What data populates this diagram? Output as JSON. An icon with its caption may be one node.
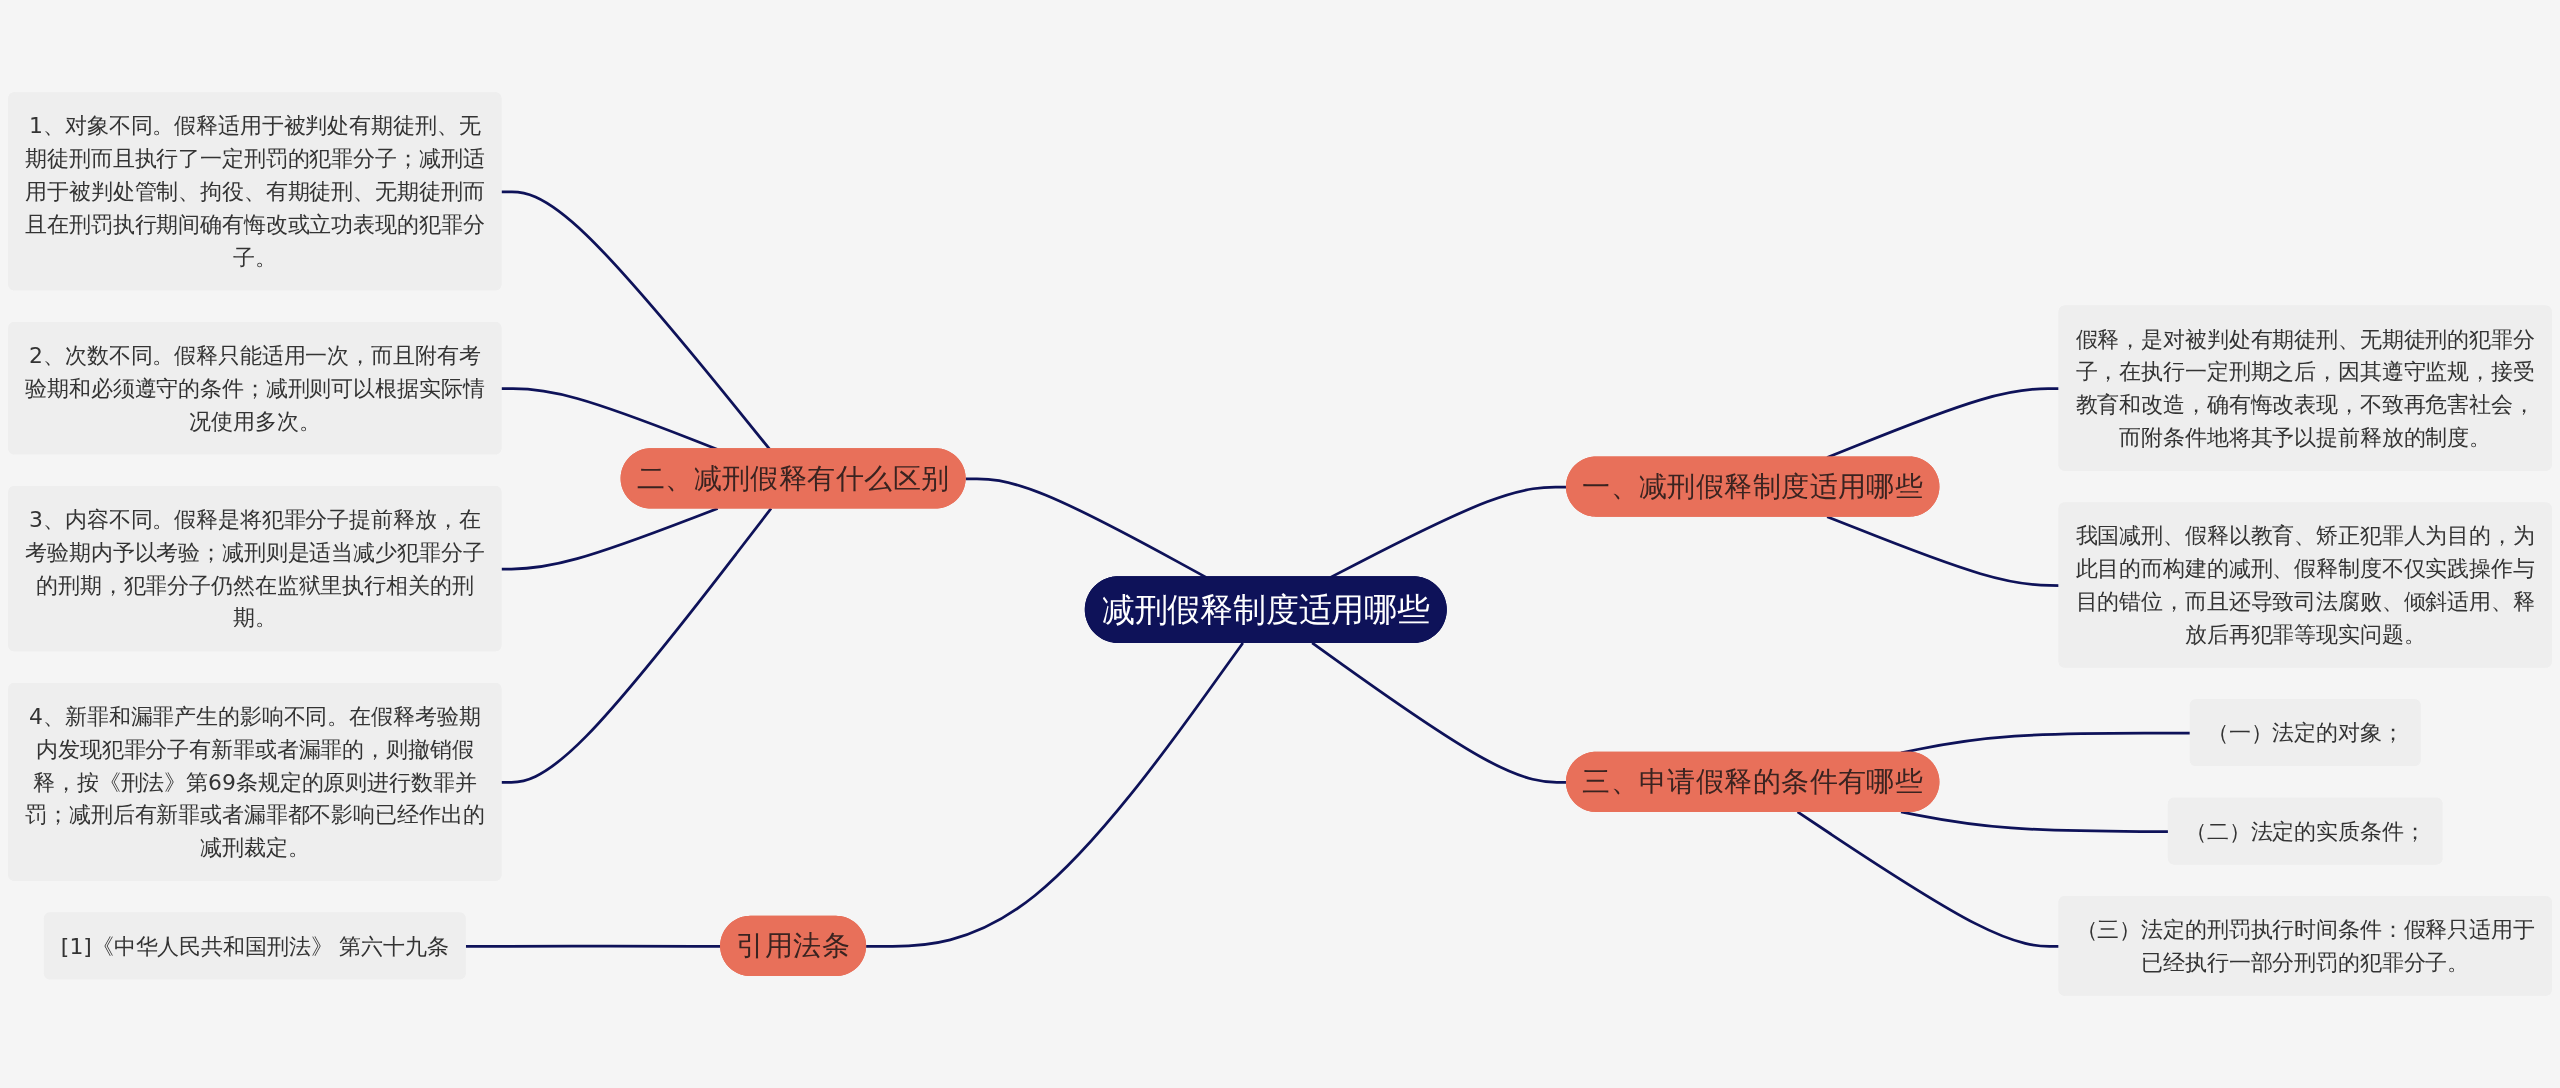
{
  "diagram": {
    "nodes": [
      {
        "text": [
          "减刑假释制度适用哪些"
        ]
      },
      {
        "text": [
          "一、减刑假释制度适用哪些"
        ]
      },
      {
        "text": [
          "假释，是对被判处有期徒刑、无期徒刑的犯罪分子，在执行一定刑期之后，因其遵守监规，接受教育和改造，确有悔改表现，不致再危害社会，而附条件地将其予以提前释放的制度。"
        ]
      },
      {
        "text": [
          "我国减刑、假释以教育、矫正犯罪人为目的，为此目的而构建的减刑、假释制度不仅实践操作与目的错位，而且还导致司法腐败、倾斜适用、释放后再犯罪等现实问题。"
        ]
      },
      {
        "text": [
          "二、减刑假释有什么区别"
        ]
      },
      {
        "text": [
          "1、对象不同。假释适用于被判处有期徒刑、无期徒刑而且执行了一定刑罚的犯罪分子；减刑适用于被判处管制、拘役、有期徒刑、无期徒刑而且在刑罚执行期间确有悔改或立功表现的犯罪分子。"
        ]
      },
      {
        "text": [
          "2、次数不同。假释只能适用一次，而且附有考验期和必须遵守的条件；减刑则可以根据实际情况使用多次。"
        ]
      },
      {
        "text": [
          "3、内容不同。假释是将犯罪分子提前释放，在考验期内予以考验；减刑则是适当减少犯罪分子的刑期，犯罪分子仍然在监狱里执行相关的刑期。"
        ]
      },
      {
        "text": [
          "4、新罪和漏罪产生的影响不同。在假释考验期内发现犯罪分子有新罪或者漏罪的，则撤销假释，按《刑法》第69条规定的原则进行数罪并罚；减刑后有新罪或者漏罪都不影响已经作出的减刑裁定。"
        ]
      },
      {
        "text": [
          "三、申请假释的条件有哪些"
        ]
      },
      {
        "text": [
          "（一）法定的对象；"
        ]
      },
      {
        "text": [
          "（二）法定的实质条件；"
        ]
      },
      {
        "text": [
          "（三）法定的刑罚执行时间条件：假释只适用于已经执行一部分刑罚的犯罪分子。"
        ]
      },
      {
        "text": [
          "引用法条"
        ]
      },
      {
        "text": [
          "[1]《中华人民共和国刑法》 第六十九条"
        ]
      }
    ],
    "edges": [
      {
        "from": 0,
        "to": 1,
        "arrow": "none"
      },
      {
        "from": 1,
        "to": 2,
        "arrow": "none"
      },
      {
        "from": 1,
        "to": 3,
        "arrow": "none"
      },
      {
        "from": 0,
        "to": 4,
        "arrow": "none"
      },
      {
        "from": 4,
        "to": 5,
        "arrow": "none"
      },
      {
        "from": 4,
        "to": 6,
        "arrow": "none"
      },
      {
        "from": 4,
        "to": 7,
        "arrow": "none"
      },
      {
        "from": 4,
        "to": 8,
        "arrow": "none"
      },
      {
        "from": 0,
        "to": 9,
        "arrow": "none"
      },
      {
        "from": 9,
        "to": 10,
        "arrow": "none"
      },
      {
        "from": 9,
        "to": 11,
        "arrow": "none"
      },
      {
        "from": 9,
        "to": 12,
        "arrow": "none"
      },
      {
        "from": 0,
        "to": 13,
        "arrow": "none"
      },
      {
        "from": 13,
        "to": 14,
        "arrow": "none"
      }
    ]
  }
}
